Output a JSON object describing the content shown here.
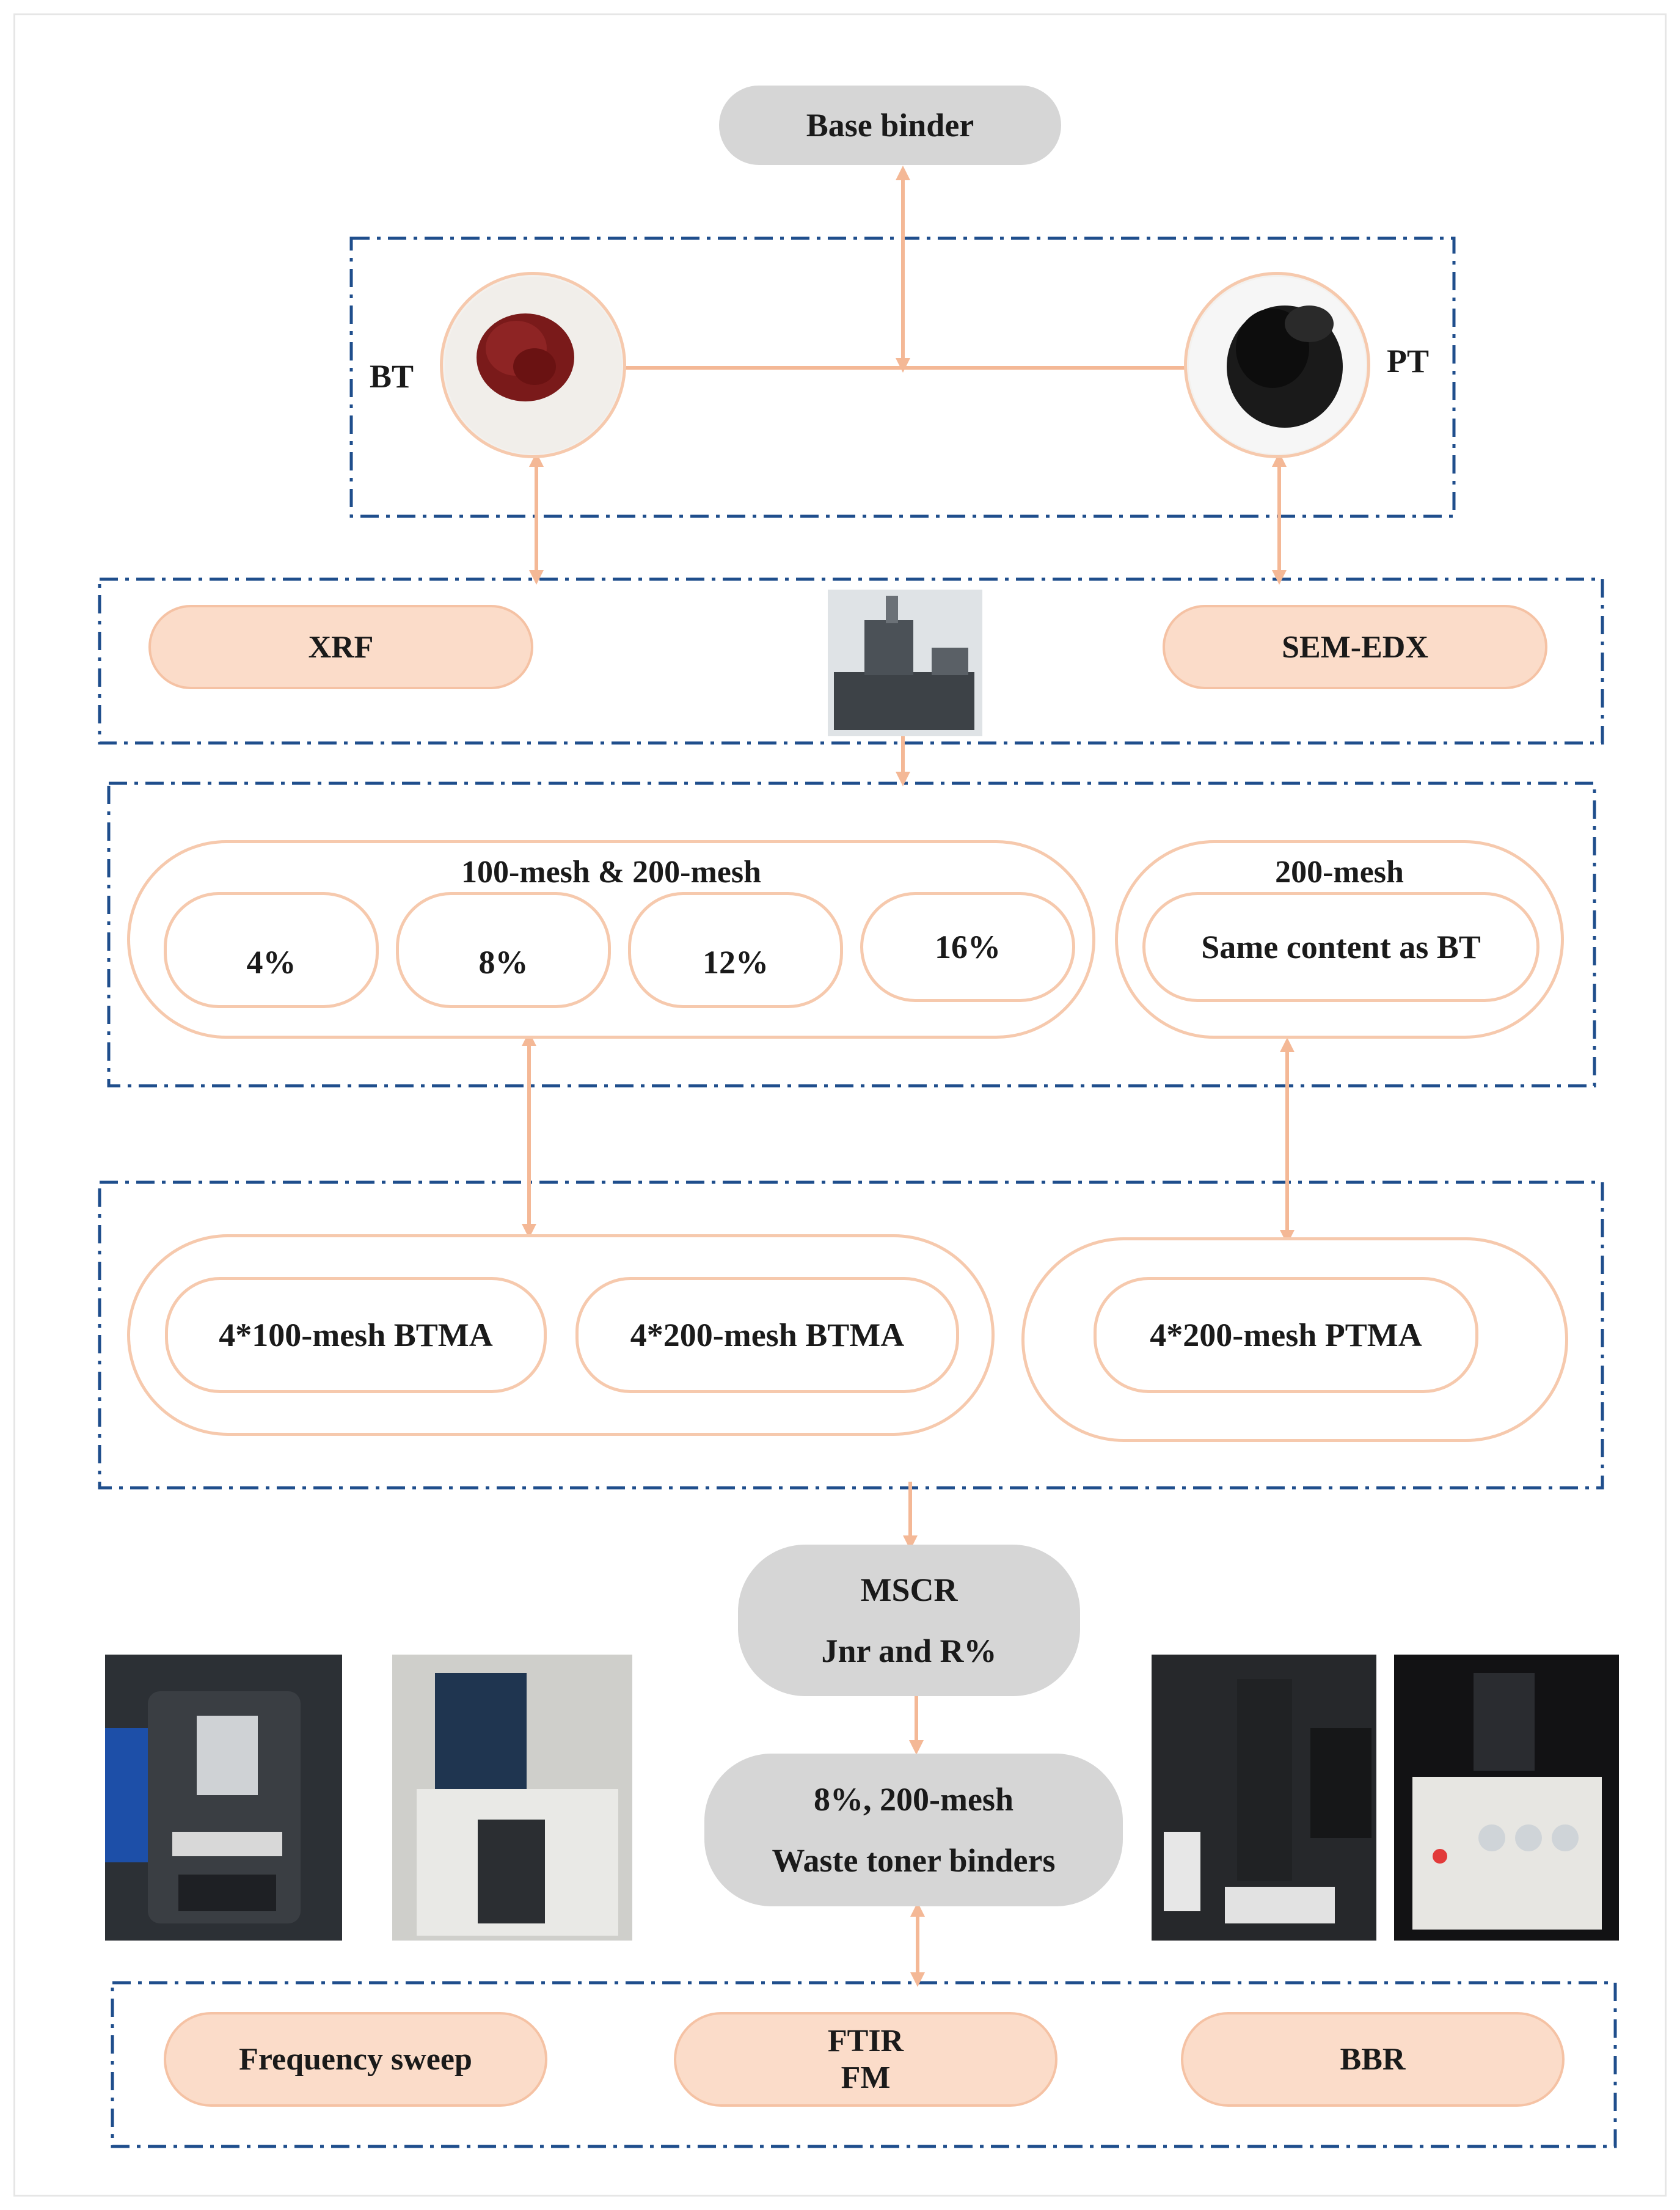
{
  "top": {
    "base_binder": "Base binder"
  },
  "toner": {
    "bt_label": "BT",
    "pt_label": "PT"
  },
  "tests_row1": {
    "left": "XRF",
    "right": "SEM-EDX"
  },
  "contents": {
    "group_left_title": "100-mesh & 200-mesh",
    "levels": [
      "4%",
      "8%",
      "12%",
      "16%"
    ],
    "group_right_title": "200-mesh",
    "right_item": "Same content as BT"
  },
  "modified": {
    "left_items": [
      "4*100-mesh BTMA",
      "4*200-mesh BTMA"
    ],
    "right_item": "4*200-mesh PTMA"
  },
  "mscr": {
    "line1": "MSCR",
    "line2": "Jnr and R%"
  },
  "selected": {
    "line1": "8%, 200-mesh",
    "line2": "Waste toner binders"
  },
  "tests_bottom": {
    "left": "Frequency sweep",
    "mid_line1": "FTIR",
    "mid_line2": "FM",
    "right": "BBR"
  },
  "colors": {
    "dash_border": "#1f4e8c",
    "arrow": "#f4b896",
    "pill_fill": "#fbdcc9",
    "grey_pill": "#d6d6d6"
  }
}
